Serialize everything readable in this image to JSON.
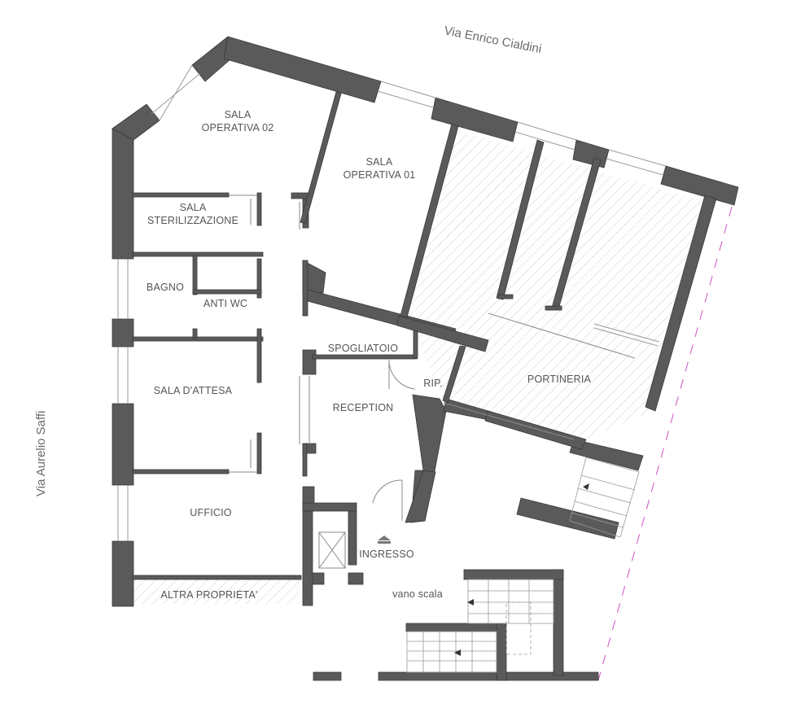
{
  "streets": {
    "north": "Via Enrico Cialdini",
    "west": "Via Aurelio Saffi"
  },
  "rooms": {
    "sala_operativa_02": [
      "SALA",
      "OPERATIVA 02"
    ],
    "sala_operativa_01": [
      "SALA",
      "OPERATIVA 01"
    ],
    "sala_sterilizzazione": [
      "SALA",
      "STERILIZZAZIONE"
    ],
    "bagno": "BAGNO",
    "anti_wc": "ANTI WC",
    "spogliatoio": "SPOGLIATOIO",
    "sala_attesa": "SALA D'ATTESA",
    "reception": "RECEPTION",
    "rip": "RIP.",
    "portineria": "PORTINERIA",
    "ufficio": "UFFICIO",
    "ingresso": "INGRESSO",
    "altra_proprieta": "ALTRA PROPRIETA'",
    "vano_scala": "vano scala"
  },
  "colors": {
    "wall": "#5a5a5a",
    "label": "#555555",
    "property_line": "#d04fbf",
    "hatch": "#c8c8c8"
  }
}
